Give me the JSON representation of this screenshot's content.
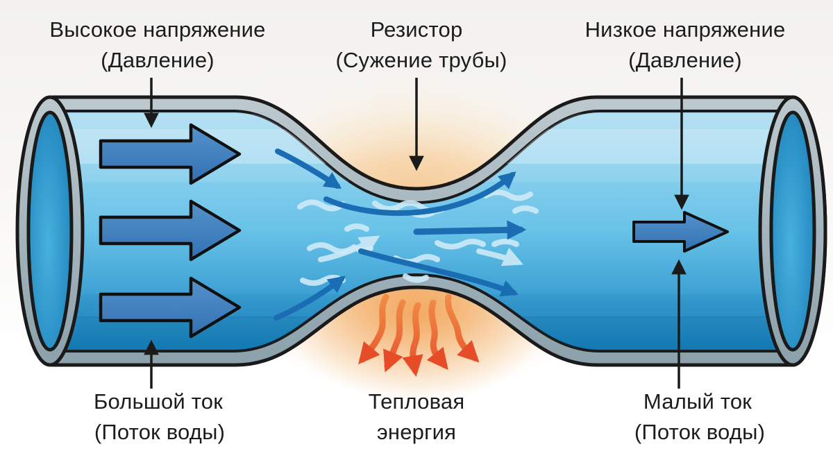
{
  "diagram": {
    "labels": {
      "high_voltage": {
        "line1": "Высокое напряжение",
        "line2": "(Давление)"
      },
      "resistor": {
        "line1": "Резистор",
        "line2": "(Сужение трубы)"
      },
      "low_voltage": {
        "line1": "Низкое напряжение",
        "line2": "(Давление)"
      },
      "high_current": {
        "line1": "Большой ток",
        "line2": "(Поток воды)"
      },
      "thermal_energy": {
        "line1": "Тепловая",
        "line2": "энергия"
      },
      "low_current": {
        "line1": "Малый ток",
        "line2": "(Поток воды)"
      }
    },
    "colors": {
      "text": "#1c1c1c",
      "outline": "#1a1a1a",
      "pipe_wall_light": "#bdc9cf",
      "pipe_wall_dark": "#8ba0aa",
      "water_top": "#a8dbf1",
      "water_mid": "#68c2e8",
      "water_bottom": "#1583c1",
      "cap_water": "#47b1de",
      "flow_arrow_light": "#5493cc",
      "flow_arrow": "#3370b2",
      "flow_arrow_dark": "#1a6cb3",
      "turbulence": "#cdeaf8",
      "heat_orange": "#f0914a",
      "heat_red": "#e74c28",
      "glow_core": "#f4b167",
      "glow_soft": "#fbe7c8"
    }
  }
}
